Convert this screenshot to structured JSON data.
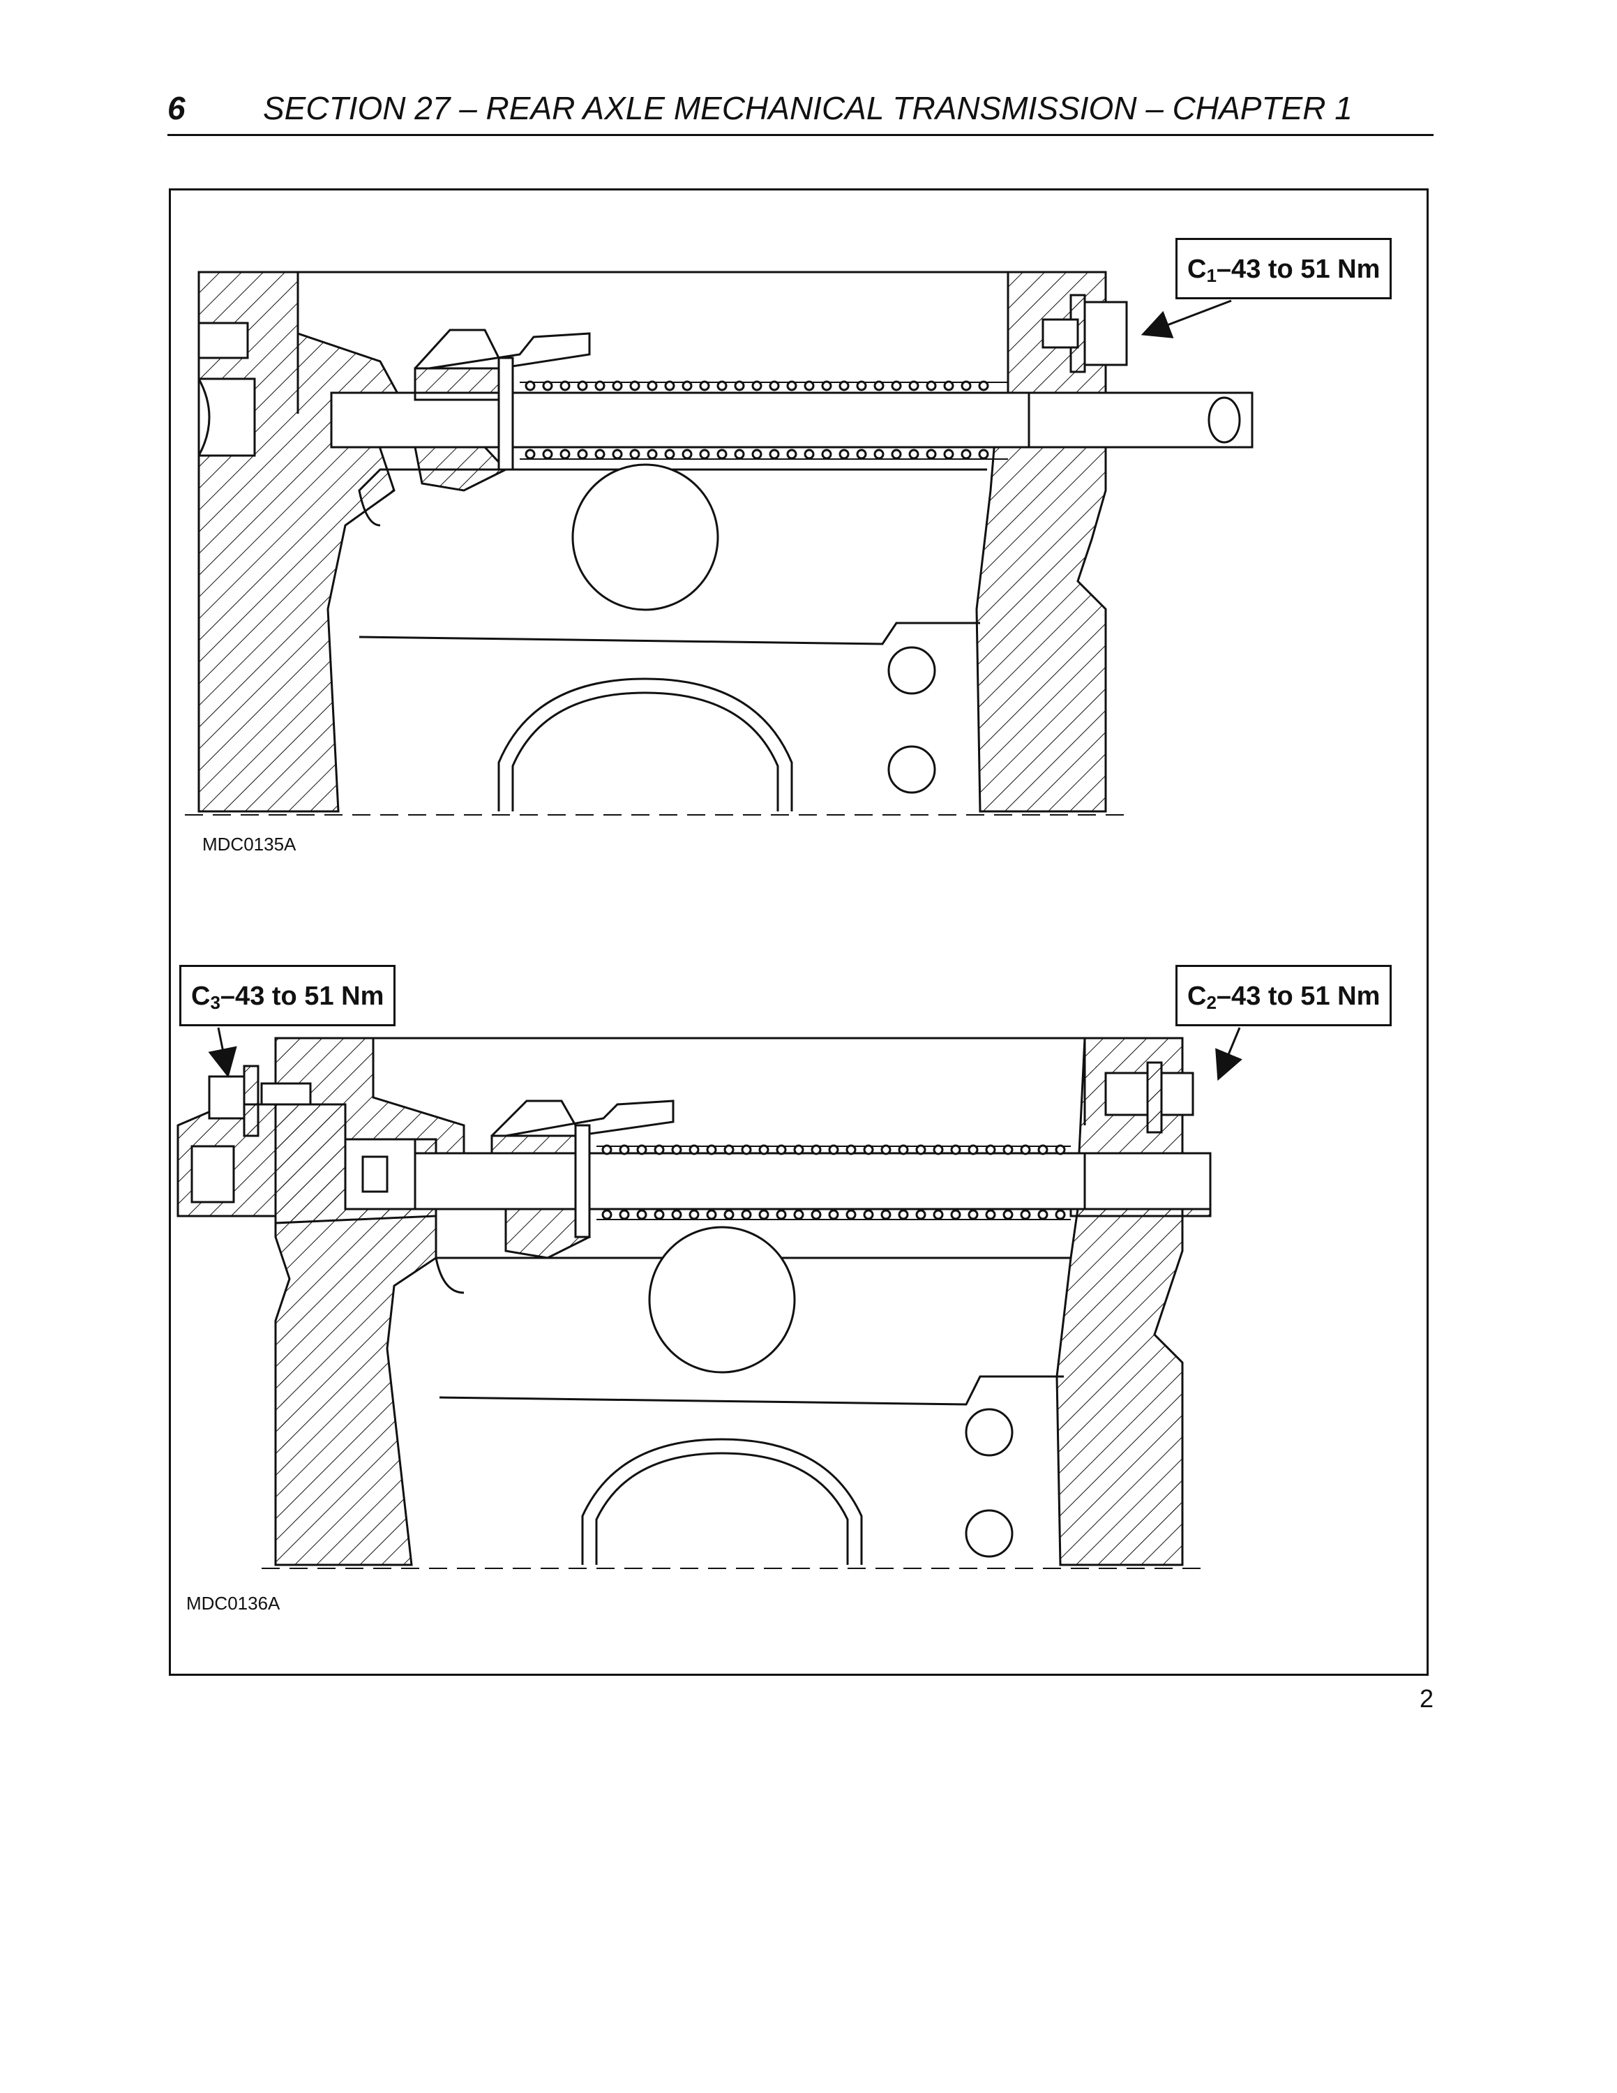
{
  "header": {
    "page_number": "6",
    "section_title": "SECTION 27 – REAR AXLE MECHANICAL TRANSMISSION – CHAPTER 1"
  },
  "figure": {
    "number": "2",
    "top_diagram": {
      "code": "MDC0135A",
      "labels": [
        {
          "prefix": "C",
          "sub": "1",
          "text": "–43 to 51 Nm"
        }
      ]
    },
    "bottom_diagram": {
      "code": "MDC0136A",
      "labels": [
        {
          "prefix": "C",
          "sub": "3",
          "text": "–43 to 51 Nm"
        },
        {
          "prefix": "C",
          "sub": "2",
          "text": "–43 to 51 Nm"
        }
      ]
    }
  },
  "colors": {
    "ink": "#111111",
    "paper": "#ffffff"
  }
}
